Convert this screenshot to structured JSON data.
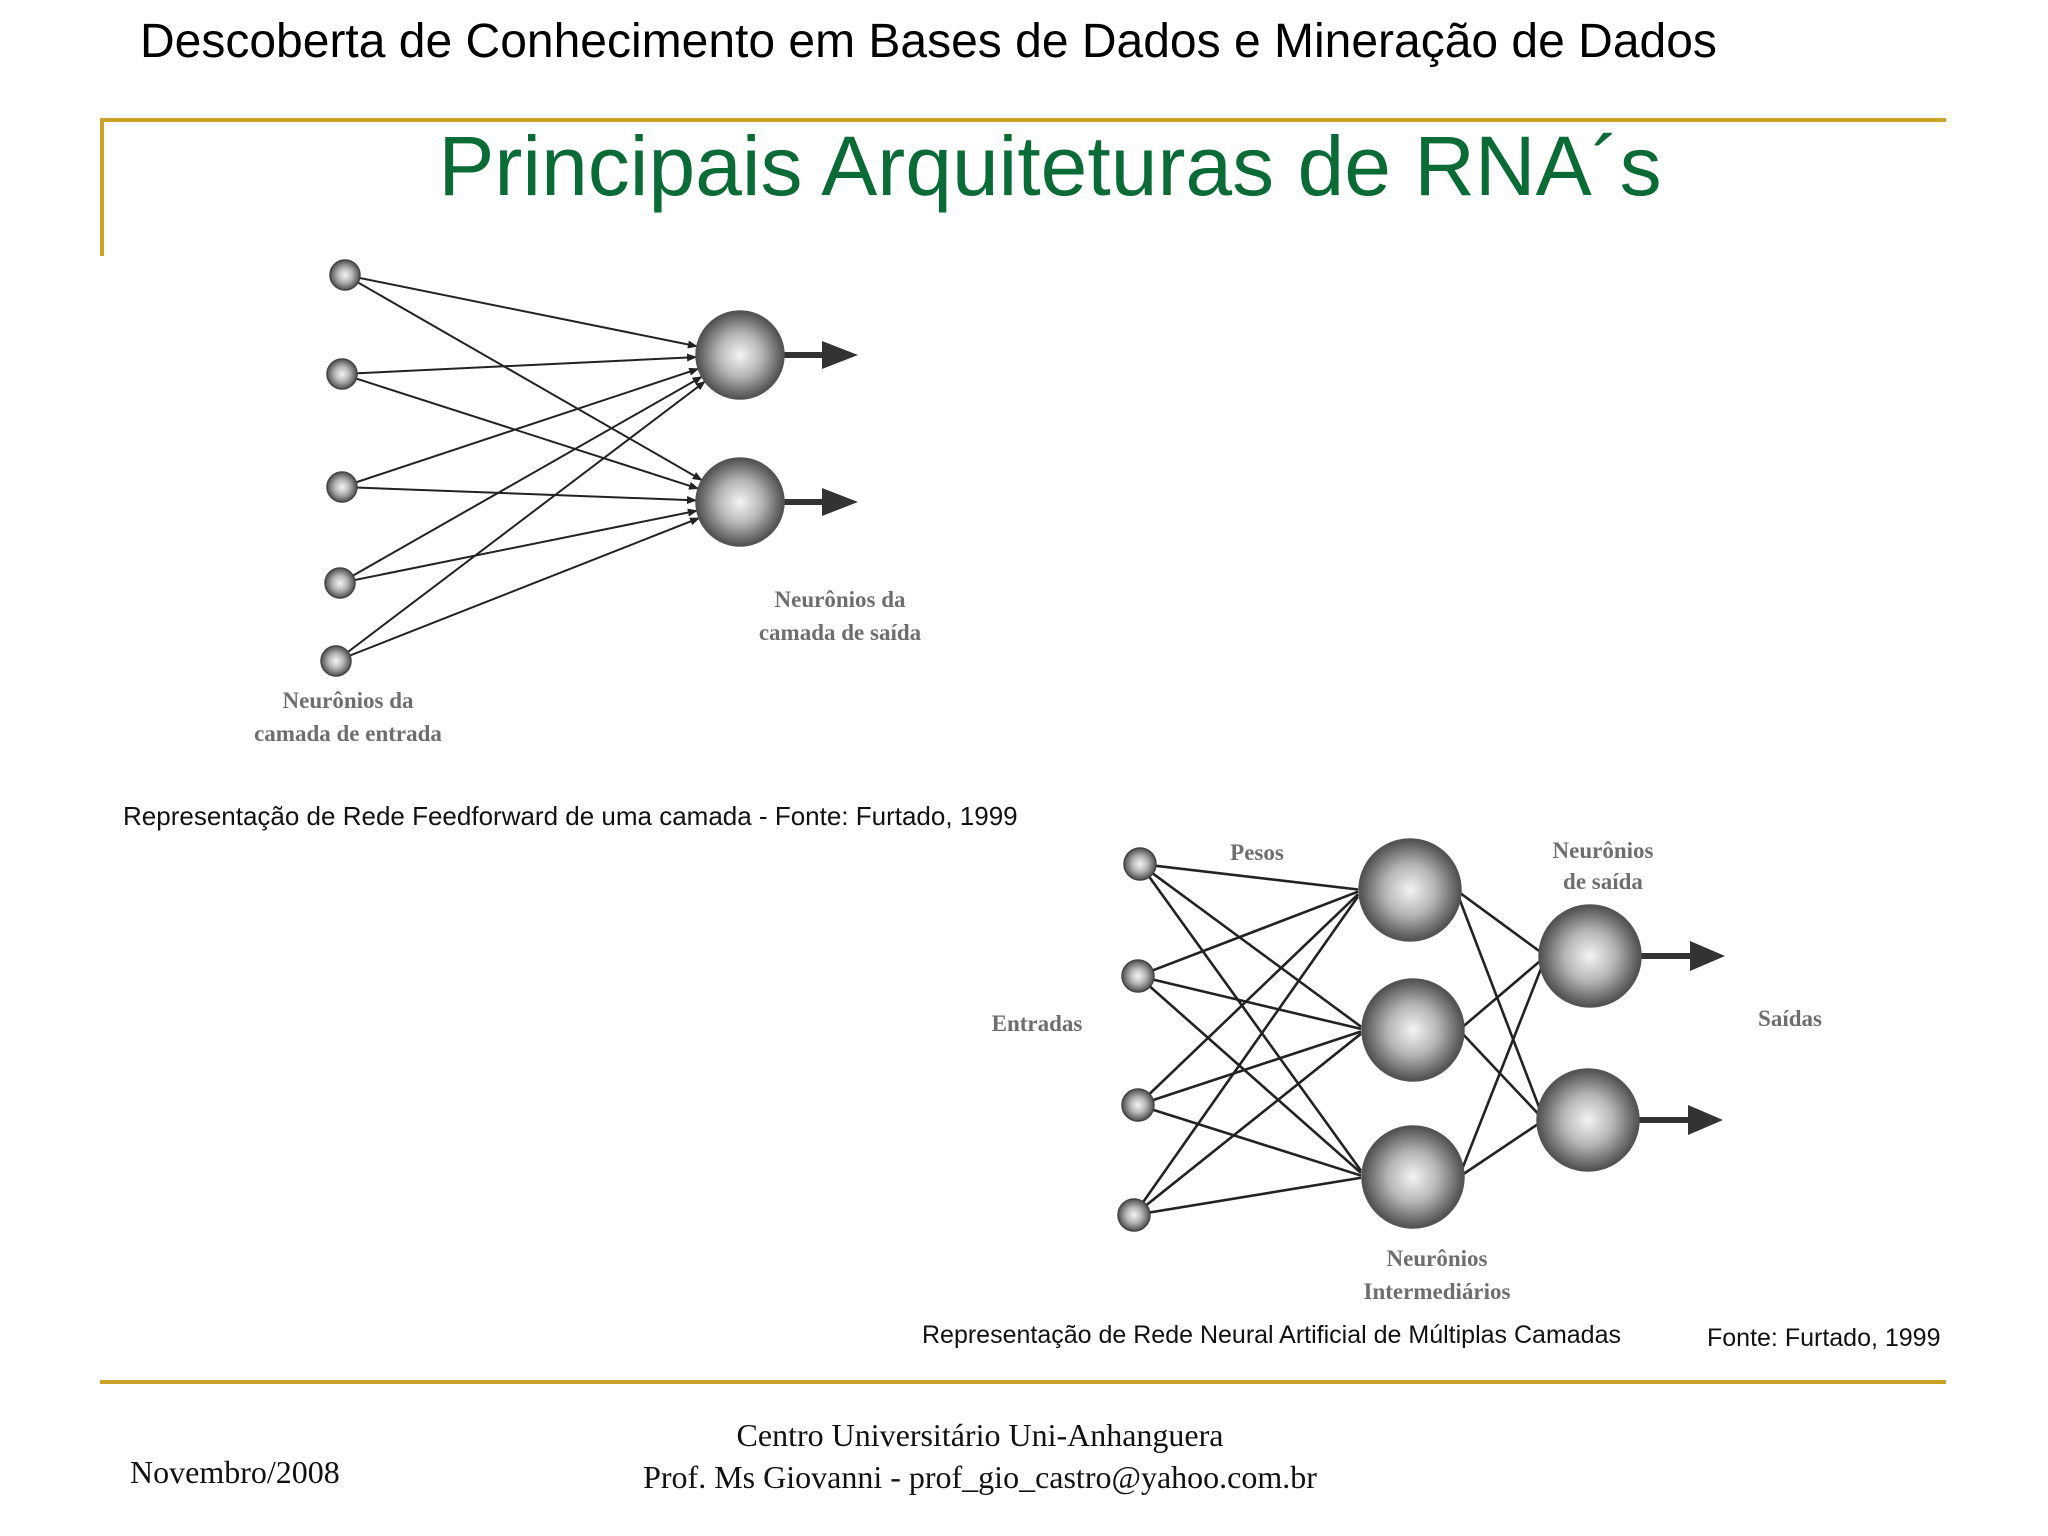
{
  "header": {
    "course_title": "Descoberta de Conhecimento em Bases de Dados e Mineração de Dados",
    "slide_title": "Principais Arquiteturas de RNA´s"
  },
  "diagram_single": {
    "input_label": [
      "Neurônios da",
      "camada de entrada"
    ],
    "output_label": [
      "Neurônios da",
      "camada de saída"
    ],
    "caption": "Representação de Rede Feedforward de uma camada - Fonte: Furtado, 1999",
    "inputs": 5,
    "outputs": 2
  },
  "diagram_multi": {
    "weights_label": "Pesos",
    "inputs_label": "Entradas",
    "output_neurons_label": [
      "Neurônios",
      "de saída"
    ],
    "outputs_label": "Saídas",
    "hidden_label": [
      "Neurônios",
      "Intermediários"
    ],
    "caption": "Representação de Rede Neural Artificial de Múltiplas Camadas",
    "source": "Fonte: Furtado, 1999",
    "inputs": 4,
    "hidden": 3,
    "outputs": 2
  },
  "footer": {
    "date": "Novembro/2008",
    "institution": "Centro Universitário Uni-Anhanguera",
    "professor": "Prof. Ms Giovanni - prof_gio_castro@yahoo.com.br"
  },
  "colors": {
    "accent_gold": "#c9a227",
    "title_green": "#0b6b37",
    "label_gray": "#6e6e6e"
  }
}
